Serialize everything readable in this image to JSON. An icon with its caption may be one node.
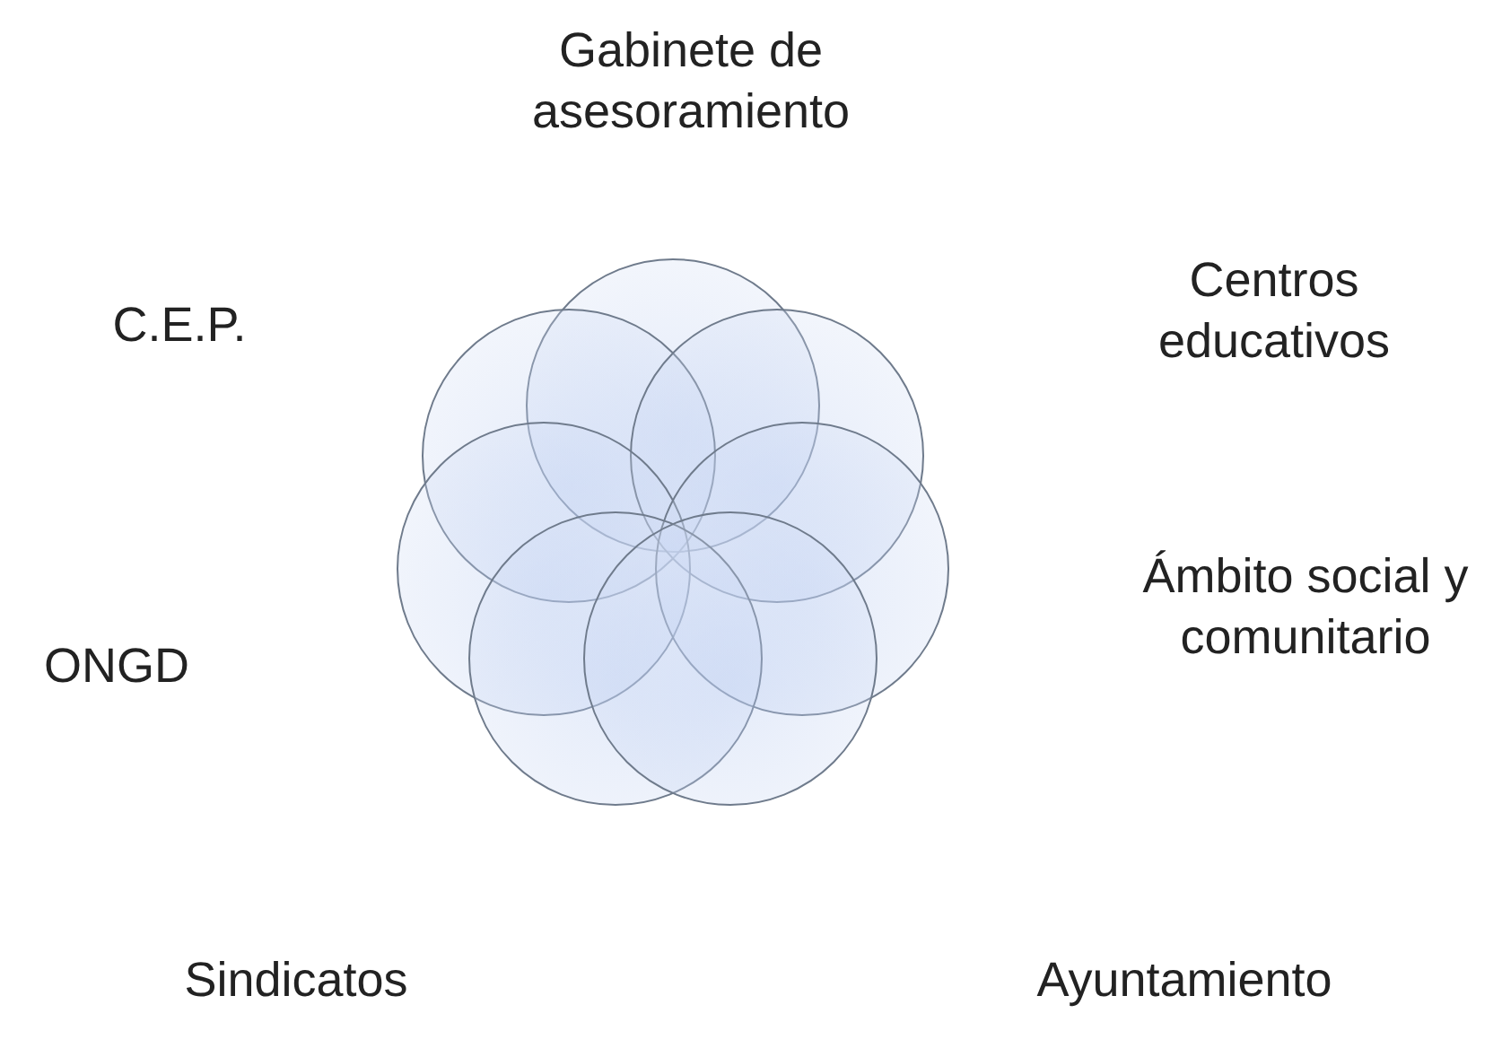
{
  "diagram": {
    "nodes": [
      {
        "text": [],
        "shape": "circle"
      },
      {
        "text": [],
        "shape": "circle"
      },
      {
        "text": [],
        "shape": "circle"
      },
      {
        "text": [],
        "shape": "circle"
      },
      {
        "text": [],
        "shape": "circle"
      },
      {
        "text": [],
        "shape": "circle"
      },
      {
        "text": [],
        "shape": "circle"
      }
    ],
    "labels": [
      "Gabinete de asesoramiento",
      "C.E.P.",
      "Centros educativos",
      "Ámbito social y comunitario",
      "ONGD",
      "Sindicatos",
      "Ayuntamiento"
    ]
  }
}
